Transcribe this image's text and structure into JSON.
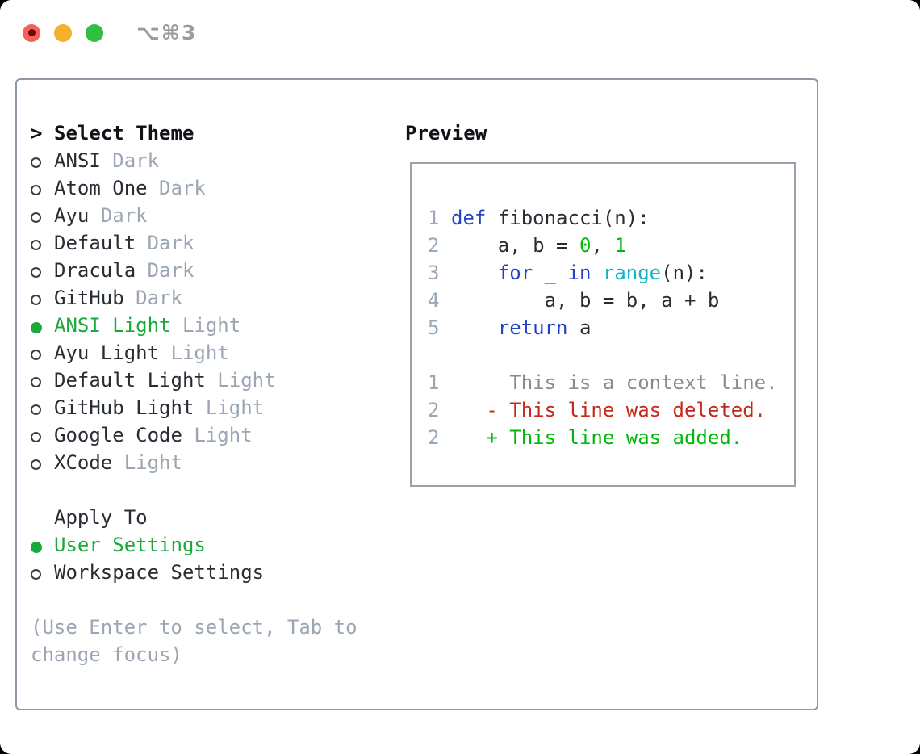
{
  "window": {
    "title": "⌥⌘3"
  },
  "titlebar_buttons": [
    {
      "name": "close",
      "color_key": "traffic_red"
    },
    {
      "name": "minimize",
      "color_key": "traffic_yellow"
    },
    {
      "name": "zoom",
      "color_key": "traffic_green"
    }
  ],
  "theme_section": {
    "cursor": ">",
    "header": "Select Theme",
    "items": [
      {
        "name": "ANSI",
        "variant": "Dark",
        "selected": false
      },
      {
        "name": "Atom One",
        "variant": "Dark",
        "selected": false
      },
      {
        "name": "Ayu",
        "variant": "Dark",
        "selected": false
      },
      {
        "name": "Default",
        "variant": "Dark",
        "selected": false
      },
      {
        "name": "Dracula",
        "variant": "Dark",
        "selected": false
      },
      {
        "name": "GitHub",
        "variant": "Dark",
        "selected": false
      },
      {
        "name": "ANSI Light",
        "variant": "Light",
        "selected": true
      },
      {
        "name": "Ayu Light",
        "variant": "Light",
        "selected": false
      },
      {
        "name": "Default Light",
        "variant": "Light",
        "selected": false
      },
      {
        "name": "GitHub Light",
        "variant": "Light",
        "selected": false
      },
      {
        "name": "Google Code",
        "variant": "Light",
        "selected": false
      },
      {
        "name": "XCode",
        "variant": "Light",
        "selected": false
      }
    ]
  },
  "apply_section": {
    "header": "Apply To",
    "items": [
      {
        "label": "User Settings",
        "selected": true
      },
      {
        "label": "Workspace Settings",
        "selected": false
      }
    ]
  },
  "help_lines": [
    "(Use Enter to select, Tab to",
    "change focus)"
  ],
  "preview": {
    "header": "Preview",
    "lines": [
      {
        "num": "",
        "name": "blank-line",
        "segments": []
      },
      {
        "num": "1",
        "name": "code-line",
        "segments": [
          {
            "t": "def",
            "c": "kw"
          },
          {
            "t": " fibonacci(n):",
            "c": "plain"
          }
        ]
      },
      {
        "num": "2",
        "name": "code-line",
        "segments": [
          {
            "t": "    a, b = ",
            "c": "plain"
          },
          {
            "t": "0",
            "c": "num"
          },
          {
            "t": ", ",
            "c": "plain"
          },
          {
            "t": "1",
            "c": "num"
          }
        ]
      },
      {
        "num": "3",
        "name": "code-line",
        "segments": [
          {
            "t": "    ",
            "c": "plain"
          },
          {
            "t": "for",
            "c": "kw"
          },
          {
            "t": " _ ",
            "c": "plain"
          },
          {
            "t": "in",
            "c": "kw"
          },
          {
            "t": " ",
            "c": "plain"
          },
          {
            "t": "range",
            "c": "builtin"
          },
          {
            "t": "(n):",
            "c": "plain"
          }
        ]
      },
      {
        "num": "4",
        "name": "code-line",
        "segments": [
          {
            "t": "        a, b = b, a + b",
            "c": "plain"
          }
        ]
      },
      {
        "num": "5",
        "name": "code-line",
        "segments": [
          {
            "t": "    ",
            "c": "plain"
          },
          {
            "t": "return",
            "c": "kw"
          },
          {
            "t": " a",
            "c": "plain"
          }
        ]
      },
      {
        "num": "",
        "name": "blank-line",
        "segments": []
      },
      {
        "num": "1",
        "name": "context-line",
        "segments": [
          {
            "t": "     This is a context line.",
            "c": "ctx"
          }
        ]
      },
      {
        "num": "2",
        "name": "deleted-line",
        "segments": [
          {
            "t": "   - This line was deleted.",
            "c": "del"
          }
        ]
      },
      {
        "num": "2",
        "name": "added-line",
        "segments": [
          {
            "t": "   + This line was added.",
            "c": "add"
          }
        ]
      }
    ]
  },
  "colors": {
    "accent_green": "#1aa93b",
    "bright_green": "#00b80b",
    "keyword_blue": "#2342cb",
    "builtin_cyan": "#0fb5c5",
    "deleted_red": "#c5291b",
    "context_gray": "#8b8b8b",
    "muted_gray": "#9ca6b2",
    "line_number": "#9aa7b6",
    "text_dark": "#282d34",
    "header_black": "#0f1216",
    "panel_border": "#8e98a4",
    "preview_border": "#9aa2ac",
    "traffic_red": "#f4605a",
    "traffic_red_dot": "#6b0b04",
    "traffic_yellow": "#f5b02e",
    "traffic_green": "#30bf42",
    "title_gray": "#9a9aa0"
  }
}
